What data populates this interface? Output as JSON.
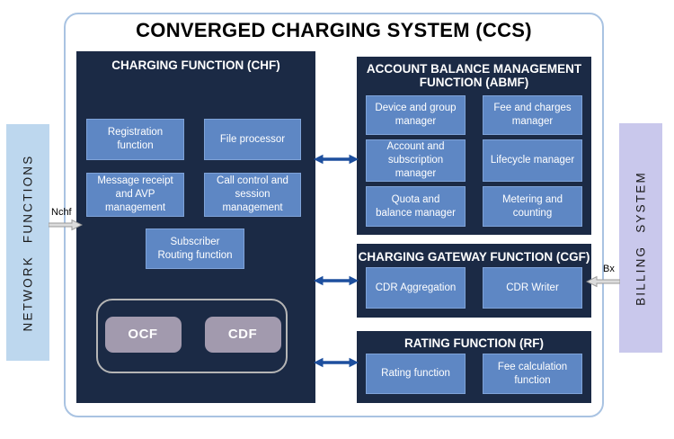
{
  "title": "CONVERGED CHARGING SYSTEM (CCS)",
  "external": {
    "network_functions": "NETWORK FUNCTIONS",
    "billing_system": "BILLING SYSTEM"
  },
  "interfaces": {
    "nchf": "Nchf",
    "bx": "Bx"
  },
  "chf": {
    "title": "CHARGING FUNCTION (CHF)",
    "boxes": [
      "Registration\nfunction",
      "File processor",
      "Message receipt\nand AVP\nmanagement",
      "Call control and\nsession\nmanagement",
      "Subscriber\nRouting function"
    ],
    "core": [
      "OCF",
      "CDF"
    ]
  },
  "abmf": {
    "title": "ACCOUNT BALANCE MANAGEMENT\nFUNCTION (ABMF)",
    "boxes": [
      "Device and group\nmanager",
      "Fee and charges\nmanager",
      "Account and\nsubscription\nmanager",
      "Lifecycle manager",
      "Quota and\nbalance manager",
      "Metering and\ncounting"
    ]
  },
  "cgf": {
    "title": "CHARGING GATEWAY FUNCTION (CGF)",
    "boxes": [
      "CDR Aggregation",
      "CDR Writer"
    ]
  },
  "rf": {
    "title": "RATING FUNCTION (RF)",
    "boxes": [
      "Rating function",
      "Fee calculation\nfunction"
    ]
  },
  "colors": {
    "dark_panel": "#1b2a45",
    "sub_box_fill": "#5e87c4",
    "sub_box_border": "#7fa3d8",
    "network_fill": "#bdd7ee",
    "billing_fill": "#c9c8ec",
    "outer_border": "#a9c3e2",
    "arrow_blue": "#1d4f9e",
    "arrow_gray_fill": "#dcdcdc",
    "arrow_gray_stroke": "#9a9a9a",
    "core_fill": "#a29aae",
    "core_ring_border": "#b5b5b5"
  }
}
